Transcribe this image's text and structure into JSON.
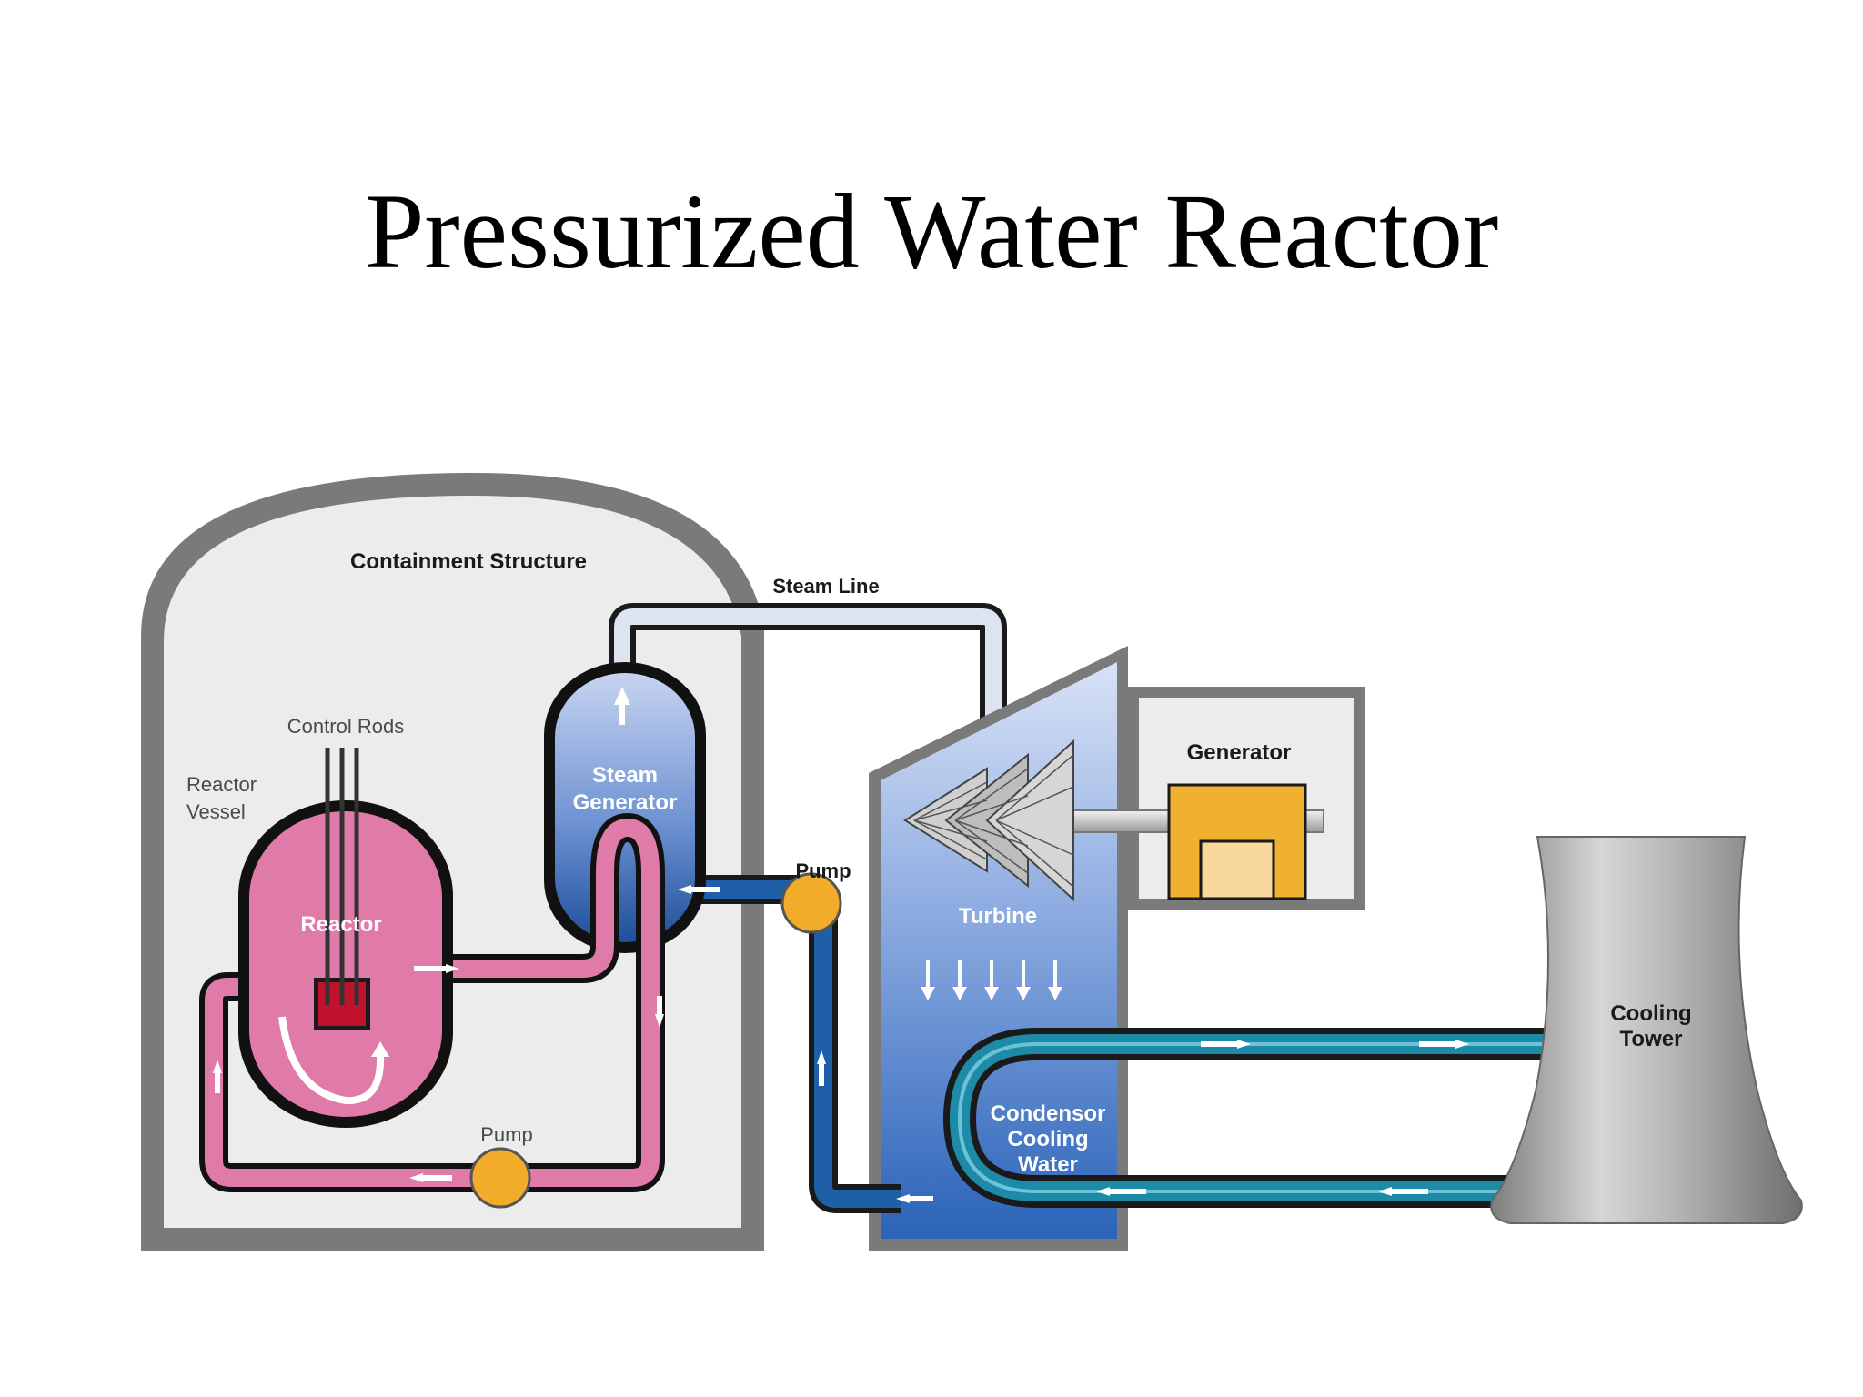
{
  "title": "Pressurized Water Reactor",
  "labels": {
    "containment_structure": "Containment Structure",
    "steam_line": "Steam Line",
    "control_rods": "Control Rods",
    "reactor_vessel_line1": "Reactor",
    "reactor_vessel_line2": "Vessel",
    "reactor": "Reactor",
    "steam_generator_line1": "Steam",
    "steam_generator_line2": "Generator",
    "pump_secondary": "Pump",
    "pump_primary": "Pump",
    "turbine": "Turbine",
    "generator": "Generator",
    "condenser_line1": "Condensor",
    "condenser_line2": "Cooling",
    "condenser_line3": "Water",
    "cooling_tower_line1": "Cooling",
    "cooling_tower_line2": "Tower"
  },
  "colors": {
    "containment_wall": "#7a7a7a",
    "containment_fill": "#ececec",
    "reactor_pink": "#e07aa8",
    "core_red": "#c0122c",
    "steam_blue_light": "#b8c8ea",
    "steam_blue_dark": "#2a5ea8",
    "feedwater_blue": "#1f5fa8",
    "condenser_teal": "#1d8aa8",
    "pump_orange": "#f2ac2a",
    "generator_orange": "#f0b030",
    "tower_grey": "#9a9a9a"
  }
}
